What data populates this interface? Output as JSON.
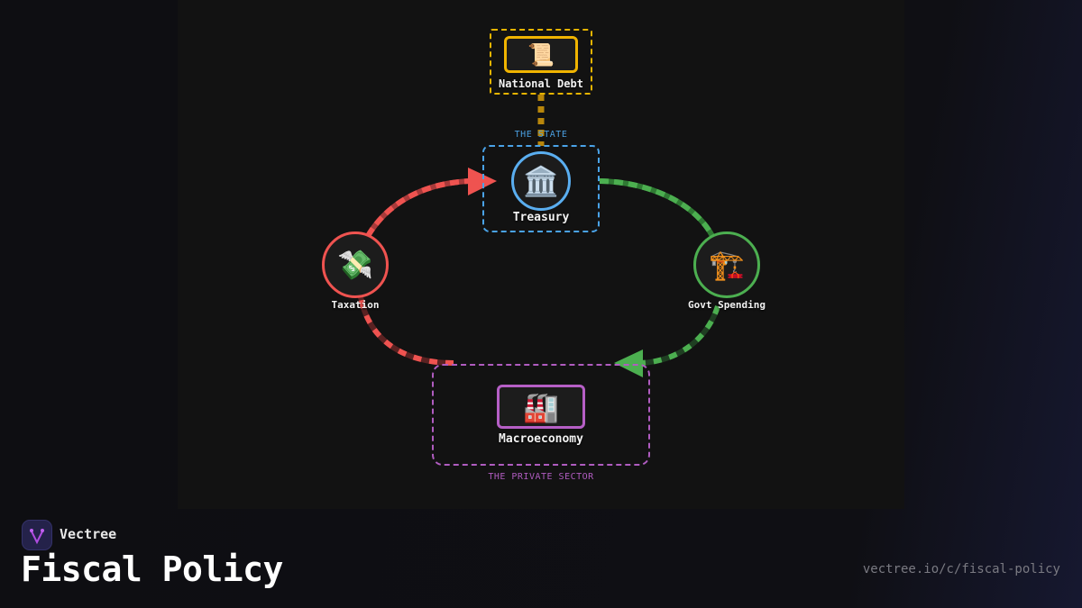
{
  "diagram": {
    "nodes": {
      "national_debt": {
        "label": "National Debt",
        "icon": "scroll-icon",
        "glyph": "📜",
        "color": "#f0b400"
      },
      "treasury": {
        "label": "Treasury",
        "icon": "bank-icon",
        "glyph": "🏛️",
        "color": "#5aaef0"
      },
      "taxation": {
        "label": "Taxation",
        "icon": "money-with-wings-icon",
        "glyph": "💸",
        "color": "#ef5350"
      },
      "govt_spending": {
        "label": "Govt Spending",
        "icon": "construction-crane-icon",
        "glyph": "🏗️",
        "color": "#4caf50"
      },
      "macroeconomy": {
        "label": "Macroeconomy",
        "icon": "factory-icon",
        "glyph": "🏭",
        "color": "#b65fc6"
      }
    },
    "groups": {
      "state": {
        "label": "THE STATE",
        "color": "#4a9fe0"
      },
      "private_sector": {
        "label": "THE PRIVATE SECTOR",
        "color": "#b05cc0"
      }
    }
  },
  "footer": {
    "brand": "Vectree",
    "title": "Fiscal Policy",
    "url": "vectree.io/c/fiscal-policy"
  }
}
